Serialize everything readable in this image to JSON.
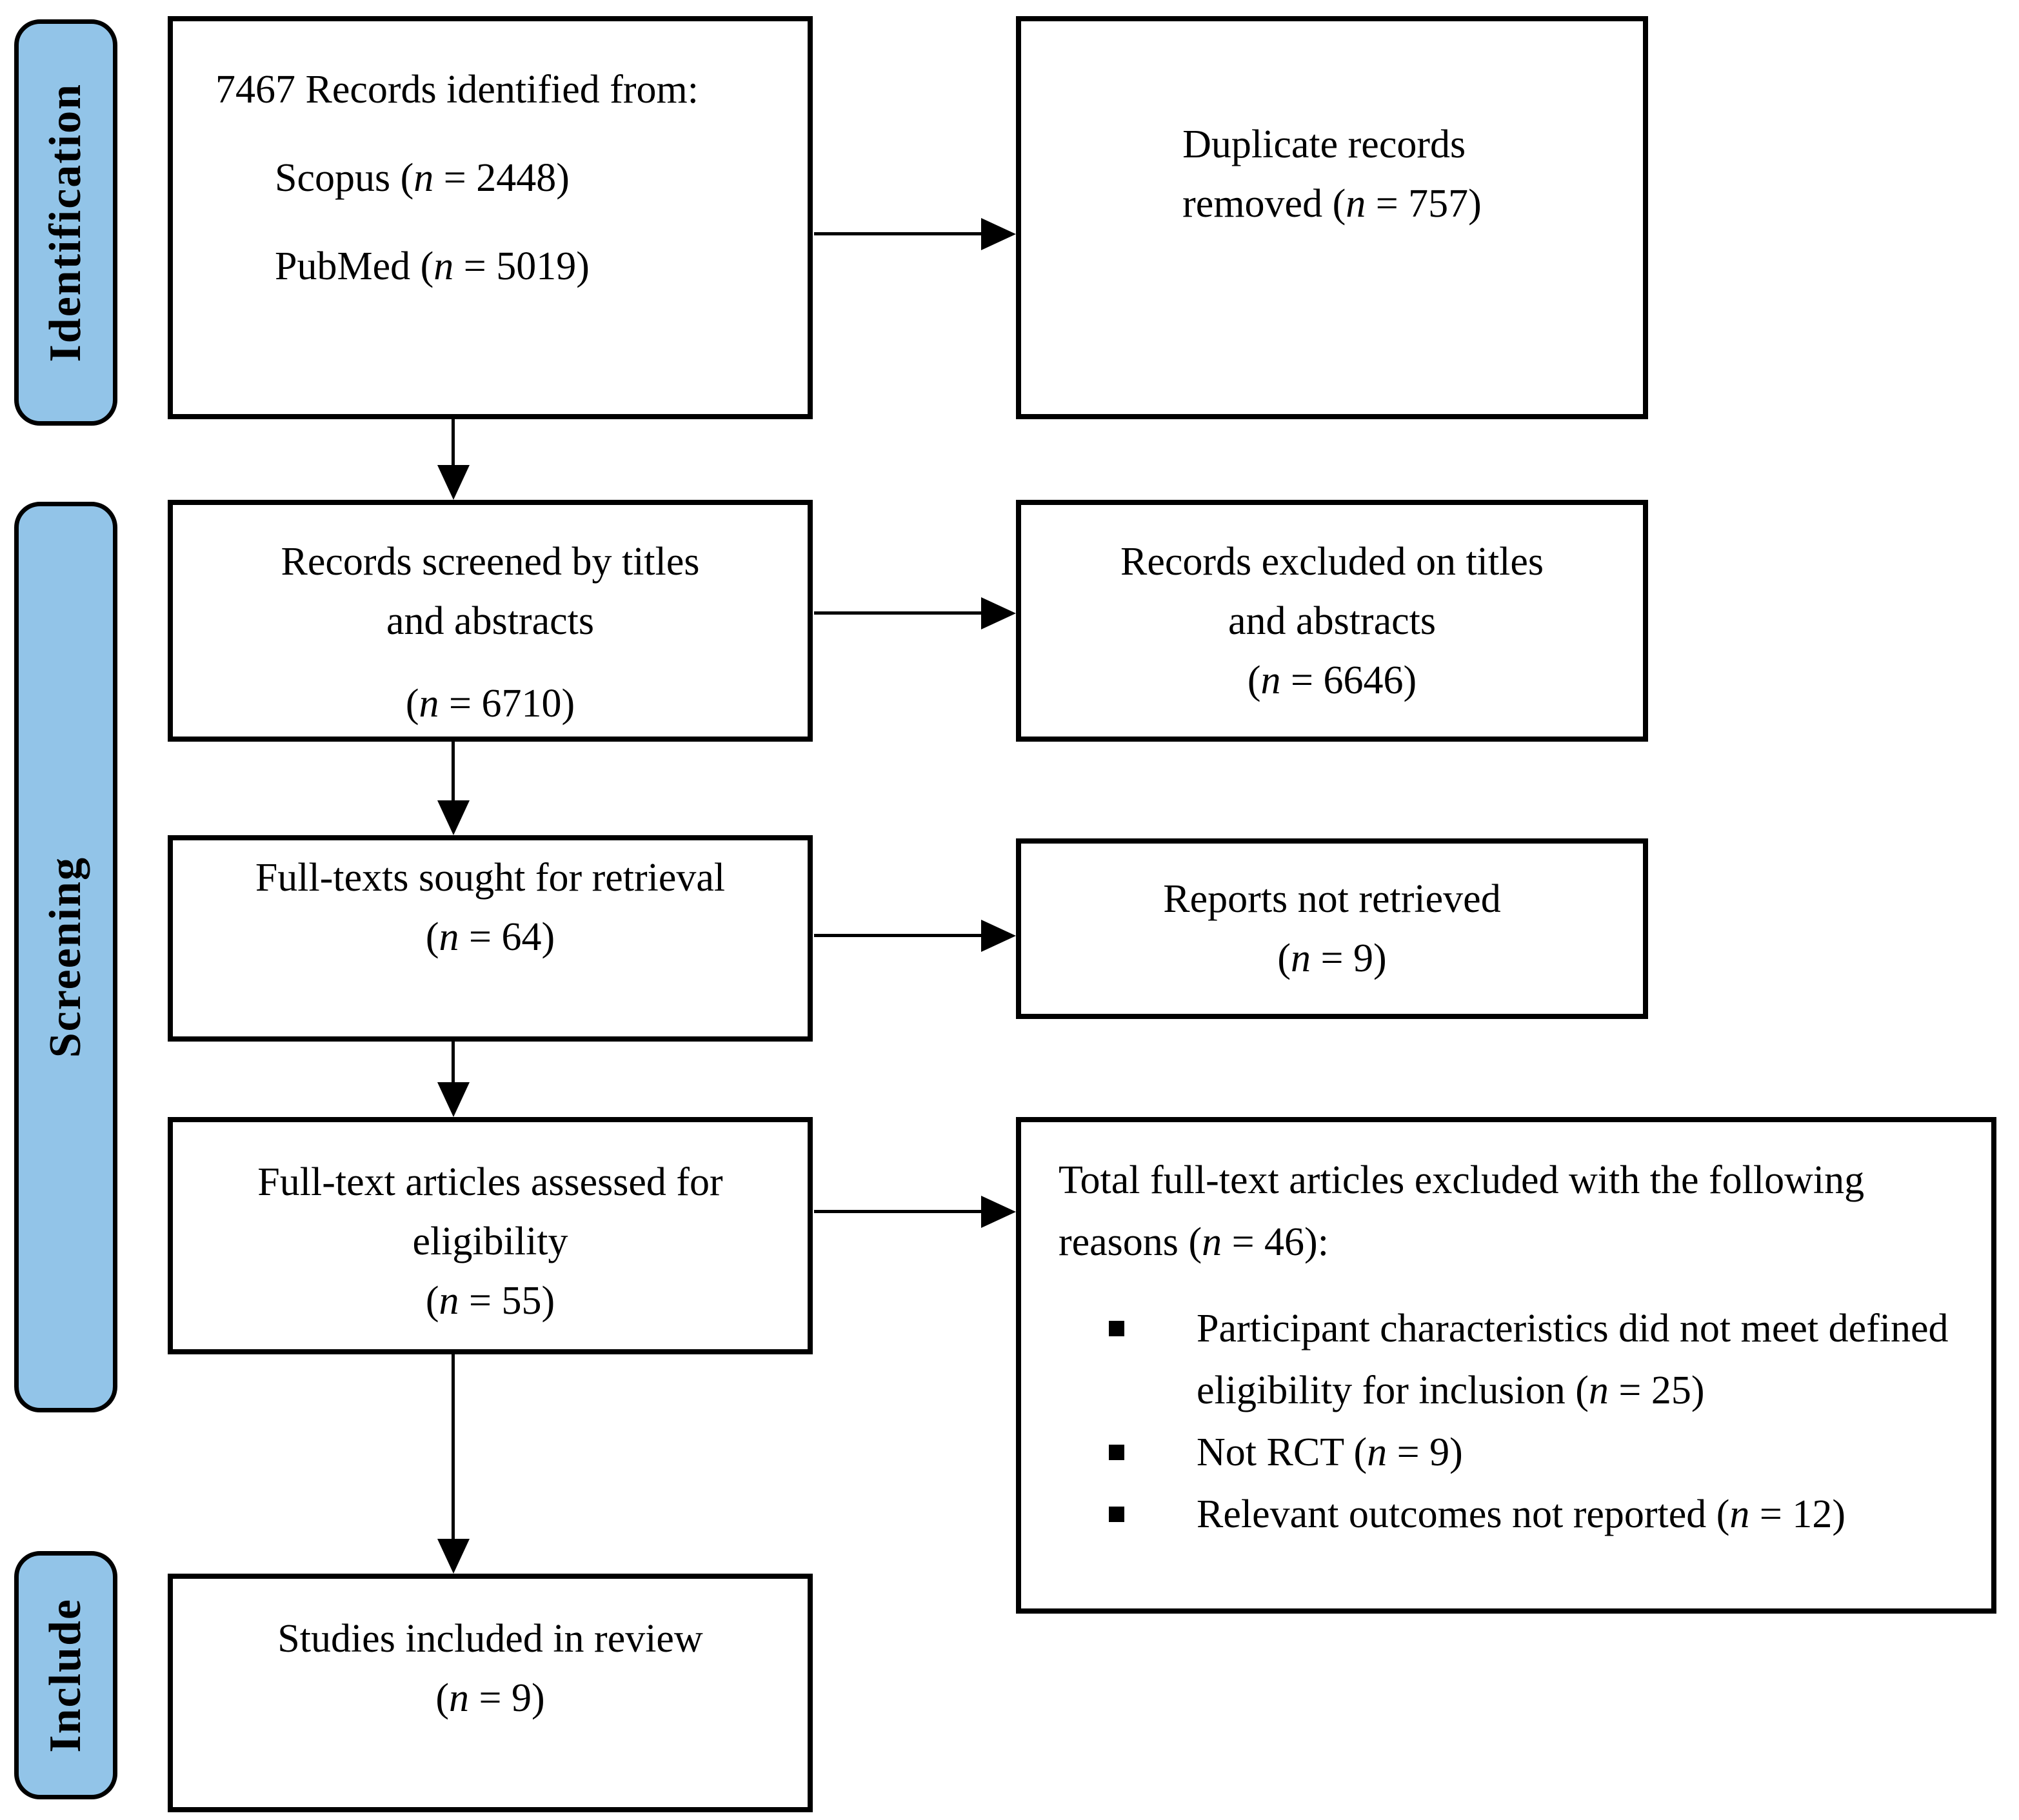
{
  "colors": {
    "stage_fill": "#92C4E8",
    "ink": "#000000",
    "box_background": "#FFFFFF"
  },
  "stages": {
    "identification": "Identification",
    "screening": "Screening",
    "include": "Include"
  },
  "flow": {
    "identified": {
      "title": "7467 Records identified from:",
      "source_scopus": "Scopus (n = 2448)",
      "source_pubmed": "PubMed (n = 5019)"
    },
    "duplicates": {
      "line1": "Duplicate records",
      "line2": "removed (n = 757)"
    },
    "screened": {
      "line1": "Records screened by titles",
      "line2": "and abstracts",
      "count": "(n = 6710)"
    },
    "excluded_titles": {
      "line1": "Records excluded on titles",
      "line2": "and abstracts",
      "count": "(n = 6646)"
    },
    "sought": {
      "line1": "Full-texts sought for retrieval",
      "count": "(n = 64)"
    },
    "not_retrieved": {
      "line1": "Reports not retrieved",
      "count": "(n = 9)"
    },
    "assessed": {
      "line1": "Full-text articles assessed for",
      "line2": "eligibility",
      "count": "(n = 55)"
    },
    "excluded_fulltext": {
      "intro": "Total full-text articles excluded with the following reasons (n = 46):",
      "reasons": [
        "Participant characteristics did not meet defined eligibility for inclusion (n = 25)",
        "Not RCT (n = 9)",
        "Relevant outcomes not reported (n = 12)"
      ]
    },
    "included": {
      "line1": "Studies included in review",
      "count": "(n = 9)"
    }
  }
}
